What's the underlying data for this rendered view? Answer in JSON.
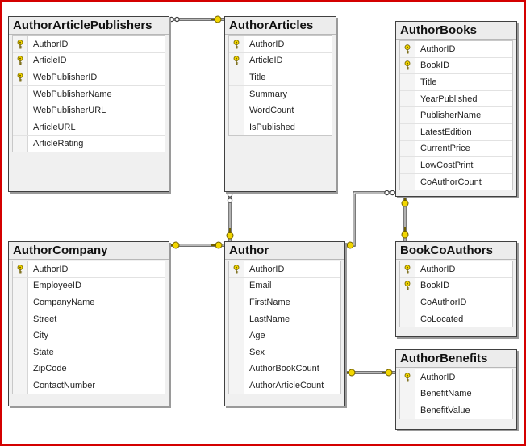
{
  "tables": [
    {
      "id": "aap",
      "name": "AuthorArticlePublishers",
      "columns": [
        {
          "name": "AuthorID",
          "pk": true
        },
        {
          "name": "ArticleID",
          "pk": true
        },
        {
          "name": "WebPublisherID",
          "pk": true
        },
        {
          "name": "WebPublisherName",
          "pk": false
        },
        {
          "name": "WebPublisherURL",
          "pk": false
        },
        {
          "name": "ArticleURL",
          "pk": false
        },
        {
          "name": "ArticleRating",
          "pk": false
        }
      ]
    },
    {
      "id": "aa",
      "name": "AuthorArticles",
      "columns": [
        {
          "name": "AuthorID",
          "pk": true
        },
        {
          "name": "ArticleID",
          "pk": true
        },
        {
          "name": "Title",
          "pk": false
        },
        {
          "name": "Summary",
          "pk": false
        },
        {
          "name": "WordCount",
          "pk": false
        },
        {
          "name": "IsPublished",
          "pk": false
        }
      ]
    },
    {
      "id": "ab",
      "name": "AuthorBooks",
      "columns": [
        {
          "name": "AuthorID",
          "pk": true
        },
        {
          "name": "BookID",
          "pk": true
        },
        {
          "name": "Title",
          "pk": false
        },
        {
          "name": "YearPublished",
          "pk": false
        },
        {
          "name": "PublisherName",
          "pk": false
        },
        {
          "name": "LatestEdition",
          "pk": false
        },
        {
          "name": "CurrentPrice",
          "pk": false
        },
        {
          "name": "LowCostPrint",
          "pk": false
        },
        {
          "name": "CoAuthorCount",
          "pk": false
        }
      ]
    },
    {
      "id": "ac",
      "name": "AuthorCompany",
      "columns": [
        {
          "name": "AuthorID",
          "pk": true
        },
        {
          "name": "EmployeeID",
          "pk": false
        },
        {
          "name": "CompanyName",
          "pk": false
        },
        {
          "name": "Street",
          "pk": false
        },
        {
          "name": "City",
          "pk": false
        },
        {
          "name": "State",
          "pk": false
        },
        {
          "name": "ZipCode",
          "pk": false
        },
        {
          "name": "ContactNumber",
          "pk": false
        }
      ]
    },
    {
      "id": "au",
      "name": "Author",
      "columns": [
        {
          "name": "AuthorID",
          "pk": true
        },
        {
          "name": "Email",
          "pk": false
        },
        {
          "name": "FirstName",
          "pk": false
        },
        {
          "name": "LastName",
          "pk": false
        },
        {
          "name": "Age",
          "pk": false
        },
        {
          "name": "Sex",
          "pk": false
        },
        {
          "name": "AuthorBookCount",
          "pk": false
        },
        {
          "name": "AuthorArticleCount",
          "pk": false
        }
      ]
    },
    {
      "id": "bca",
      "name": "BookCoAuthors",
      "columns": [
        {
          "name": "AuthorID",
          "pk": true
        },
        {
          "name": "BookID",
          "pk": true
        },
        {
          "name": "CoAuthorID",
          "pk": false
        },
        {
          "name": "CoLocated",
          "pk": false
        }
      ]
    },
    {
      "id": "abn",
      "name": "AuthorBenefits",
      "columns": [
        {
          "name": "AuthorID",
          "pk": true
        },
        {
          "name": "BenefitName",
          "pk": false
        },
        {
          "name": "BenefitValue",
          "pk": false
        }
      ]
    }
  ],
  "relationships": [
    {
      "from": "AuthorArticlePublishers",
      "to": "AuthorArticles",
      "from_end": "many",
      "to_end": "one"
    },
    {
      "from": "AuthorArticles",
      "to": "Author",
      "from_end": "many",
      "to_end": "one"
    },
    {
      "from": "AuthorCompany",
      "to": "Author",
      "from_end": "one",
      "to_end": "one"
    },
    {
      "from": "AuthorBooks",
      "to": "Author",
      "from_end": "many",
      "to_end": "one"
    },
    {
      "from": "AuthorBooks",
      "to": "BookCoAuthors",
      "from_end": "one",
      "to_end": "one"
    },
    {
      "from": "Author",
      "to": "AuthorBenefits",
      "from_end": "one",
      "to_end": "one"
    }
  ],
  "colors": {
    "frame": "#d40000",
    "connector": "#404040",
    "key_icon": "#f2d600",
    "key_outline": "#6e5e00"
  },
  "icons": {
    "primary_key": "key-icon"
  }
}
